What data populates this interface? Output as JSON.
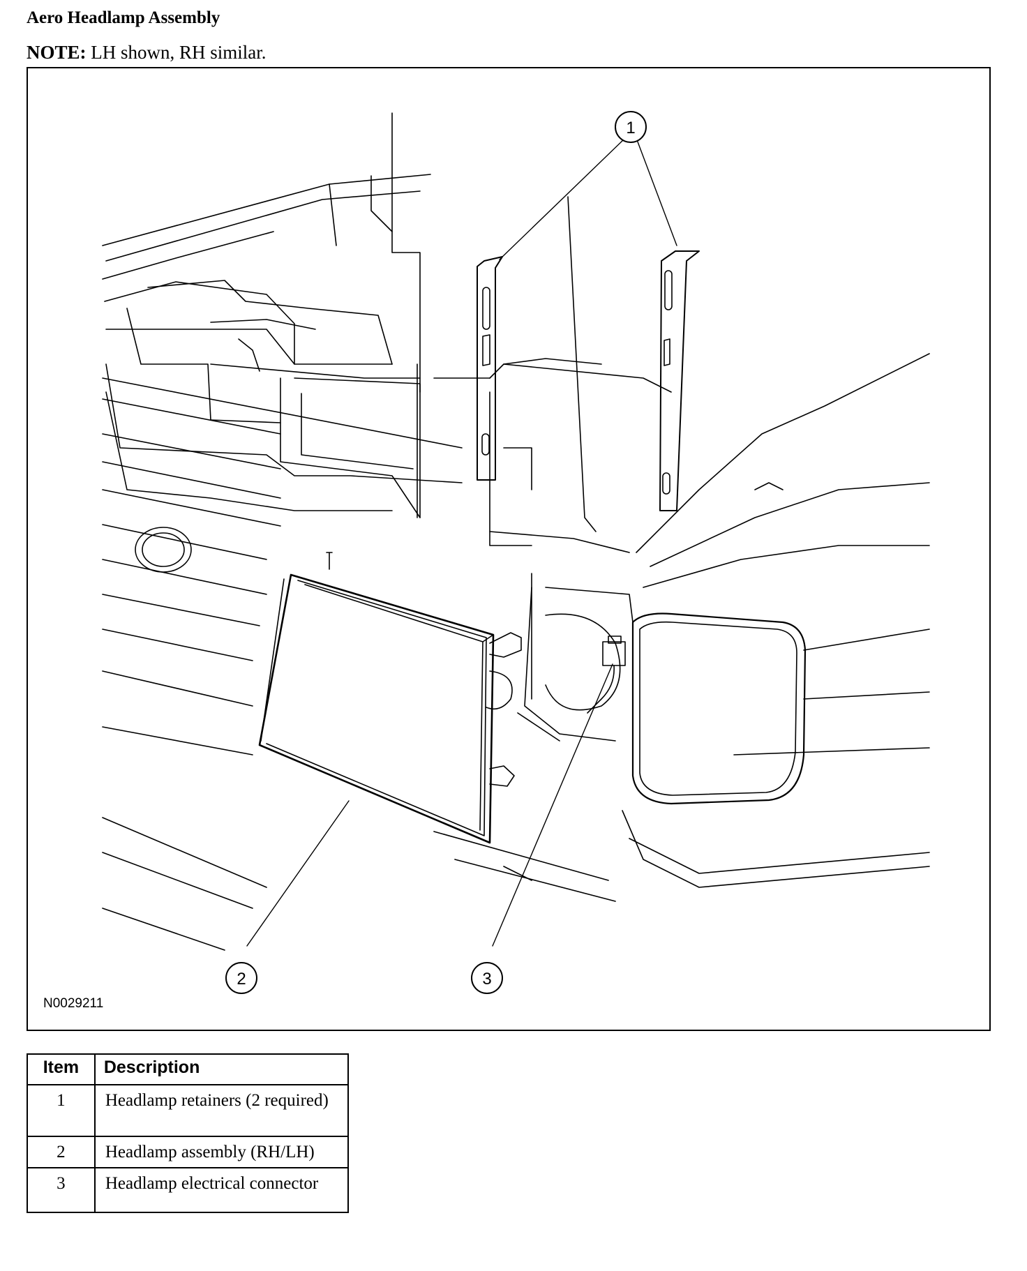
{
  "title": "Aero Headlamp Assembly",
  "note": {
    "label": "NOTE:",
    "text": "LH shown, RH similar."
  },
  "figure": {
    "figure_id": "N0029211",
    "callouts": [
      "1",
      "2",
      "3"
    ]
  },
  "legend": {
    "headers": [
      "Item",
      "Description"
    ],
    "rows": [
      {
        "item": "1",
        "description": "Headlamp retainers (2 required)"
      },
      {
        "item": "2",
        "description": "Headlamp assembly (RH/LH)"
      },
      {
        "item": "3",
        "description": "Headlamp electrical connector"
      }
    ]
  }
}
